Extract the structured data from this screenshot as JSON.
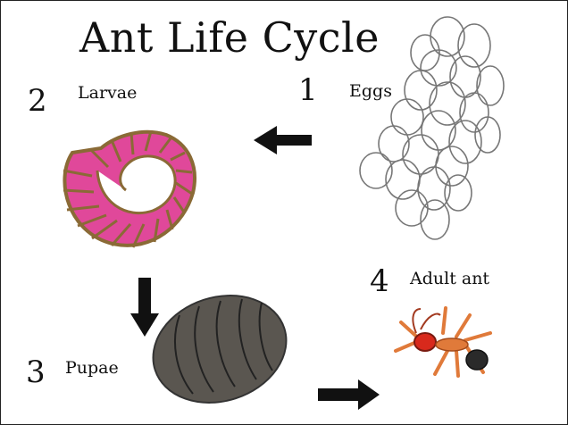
{
  "title": "Ant Life Cycle",
  "stages": [
    {
      "number": "1",
      "label": "Eggs"
    },
    {
      "number": "2",
      "label": "Larvae"
    },
    {
      "number": "3",
      "label": "Pupae"
    },
    {
      "number": "4",
      "label": "Adult ant"
    }
  ],
  "colors": {
    "line": "#111111",
    "larva_pink": "#e0489a",
    "larva_brown": "#8a6a36",
    "pupa_gray": "#5a5650",
    "ant_red": "#d8291c",
    "ant_orange": "#e07a3a",
    "ant_abdomen": "#2a2a2a"
  }
}
